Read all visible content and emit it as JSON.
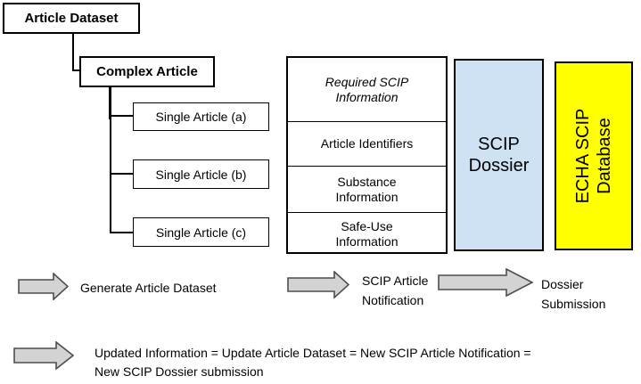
{
  "diagram": {
    "tree": {
      "root_label": "Article Dataset",
      "complex_label": "Complex Article",
      "singles": [
        {
          "label": "Single Article (a)"
        },
        {
          "label": "Single Article (b)"
        },
        {
          "label": "Single Article (c)"
        }
      ]
    },
    "info_table": {
      "header": "Required SCIP Information",
      "rows": [
        {
          "label": "Article Identifiers"
        },
        {
          "label": "Substance Information"
        },
        {
          "label": "Safe-Use Information"
        }
      ]
    },
    "dossier_box": {
      "label": "SCIP Dossier",
      "fill": "#CFE2F3"
    },
    "database_box": {
      "label": "ECHA SCIP Database",
      "fill": "#FFFF00"
    },
    "flow": {
      "step1_label": "Generate Article Dataset",
      "step2_label": "SCIP Article Notification",
      "step3_label": "Dossier Submission",
      "note": "Updated Information = Update Article Dataset = New SCIP Article Notification = New SCIP Dossier submission"
    },
    "colors": {
      "arrow_fill": "#D3D3D3",
      "arrow_stroke": "#4D4D4D"
    }
  }
}
